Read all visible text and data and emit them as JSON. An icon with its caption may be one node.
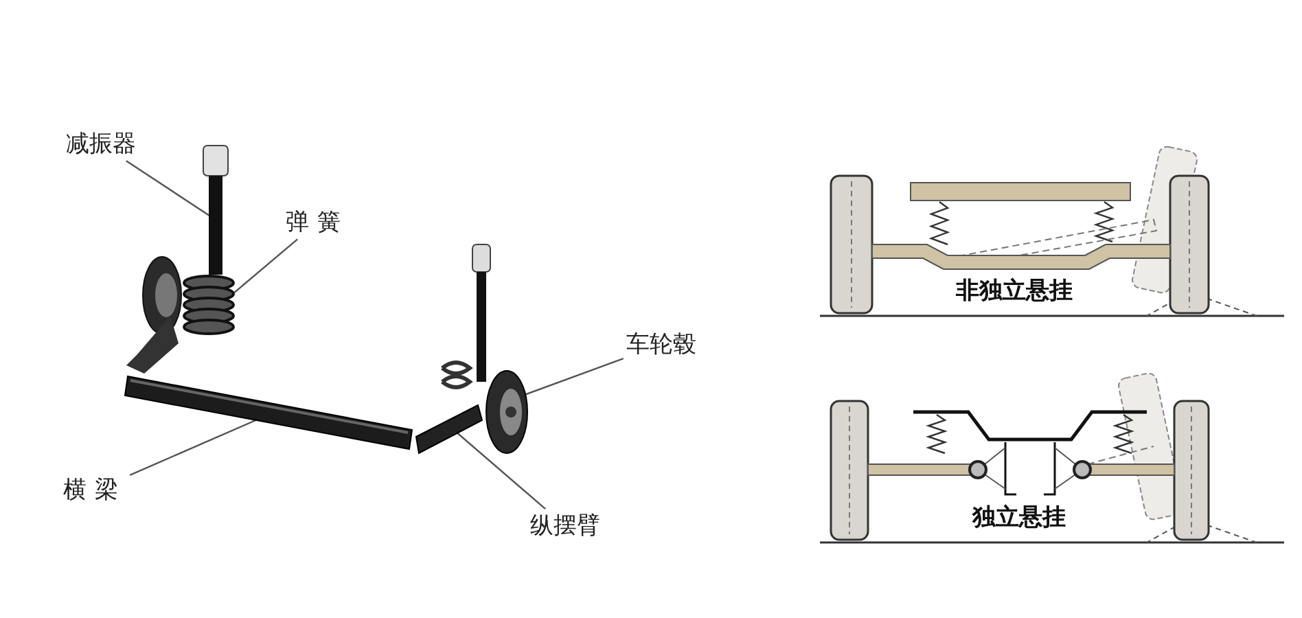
{
  "diagram": {
    "nodes": [
      {
        "text": [
          "减振器"
        ]
      },
      {
        "text": [
          "弹簧"
        ]
      },
      {
        "text": [
          "车轮毂"
        ]
      },
      {
        "text": [
          "横梁"
        ]
      },
      {
        "text": [
          "纵摆臂"
        ]
      },
      {
        "text": [],
        "shape": "picture"
      },
      {
        "text": [],
        "shape": "picture"
      },
      {
        "text": [],
        "shape": "picture"
      },
      {
        "text": [],
        "shape": "picture"
      },
      {
        "text": [],
        "shape": "picture"
      }
    ],
    "edges": [
      {
        "from": 0,
        "to": 5,
        "arrow": "none"
      },
      {
        "from": 1,
        "to": 6,
        "arrow": "none"
      },
      {
        "from": 2,
        "to": 9,
        "arrow": "none"
      },
      {
        "from": 3,
        "to": 7,
        "arrow": "none"
      },
      {
        "from": 4,
        "to": 8,
        "arrow": "none"
      }
    ],
    "labels": [
      "非独立悬挂",
      "独立悬挂"
    ]
  }
}
